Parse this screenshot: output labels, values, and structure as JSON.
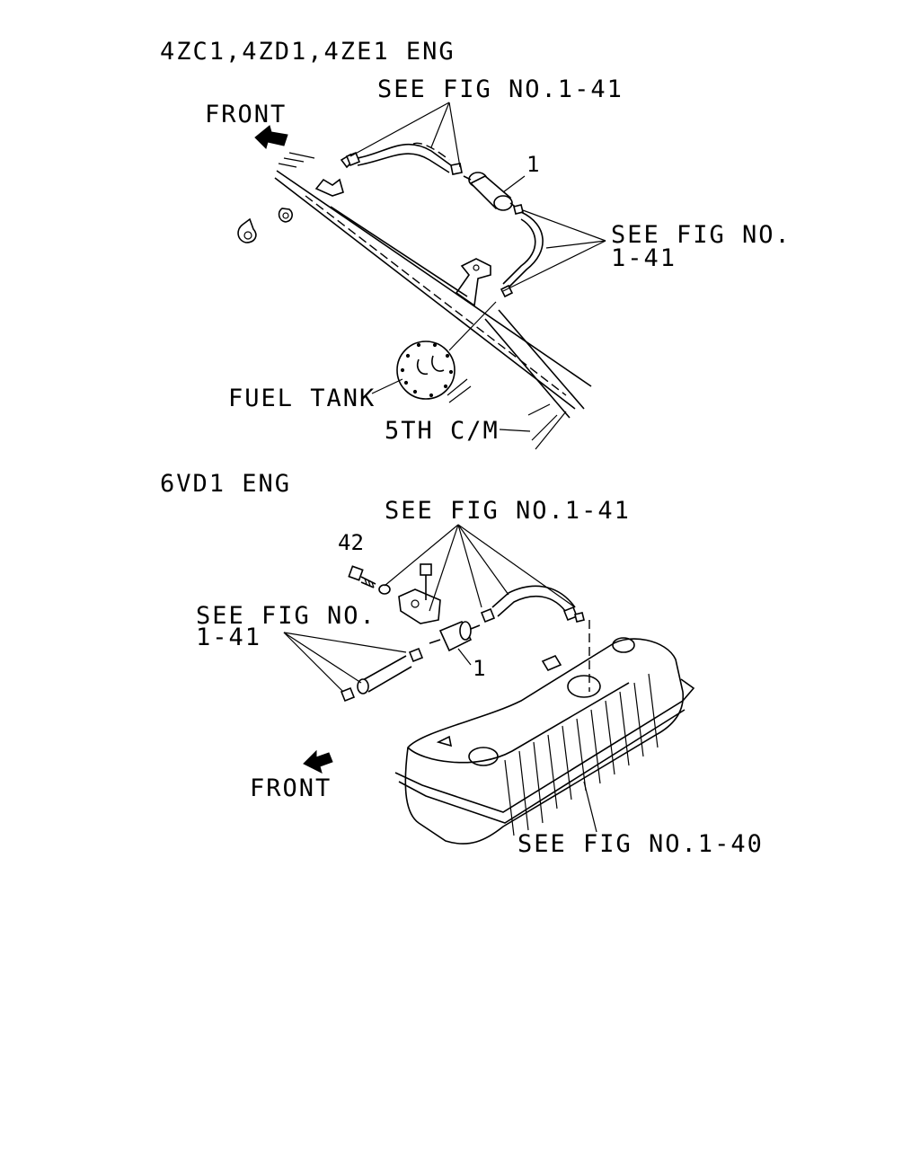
{
  "diagram": {
    "top_section": {
      "title": "4ZC1,4ZD1,4ZE1 ENG",
      "front_label": "FRONT",
      "see_fig_hoses_top": "SEE FIG NO.1-41",
      "see_fig_right_line1": "SEE FIG NO.",
      "see_fig_right_line2": "1-41",
      "part_filter_number": "1",
      "fuel_tank_label": "FUEL TANK",
      "crossmember_label": "5TH C/M"
    },
    "bottom_section": {
      "title": "6VD1 ENG",
      "see_fig_top": "SEE FIG NO.1-41",
      "part_bolt_number": "42",
      "see_fig_left_line1": "SEE FIG NO.",
      "see_fig_left_line2": "1-41",
      "part_filter_number": "1",
      "front_label": "FRONT",
      "see_fig_tank": "SEE FIG NO.1-40"
    }
  }
}
